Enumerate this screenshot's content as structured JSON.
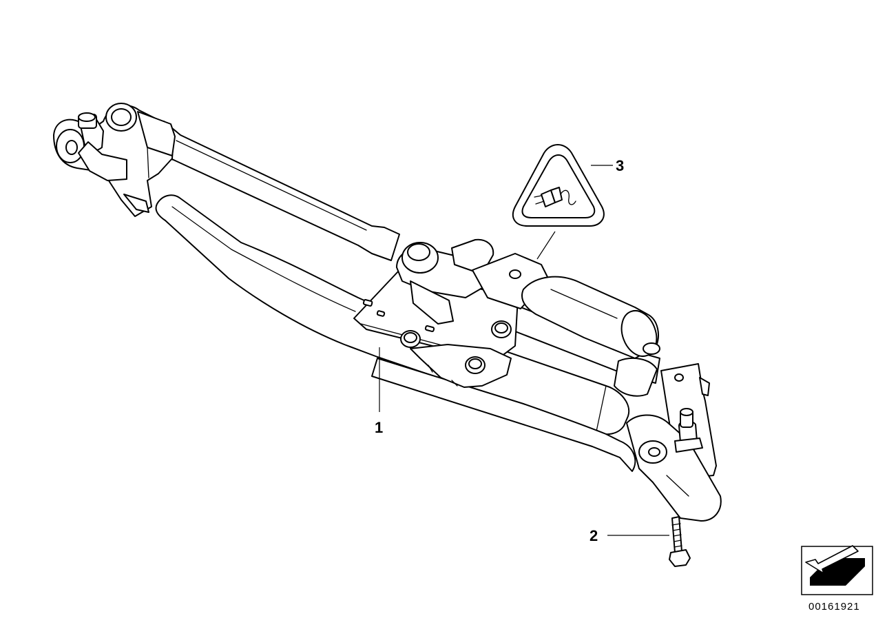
{
  "diagram": {
    "callouts": [
      {
        "id": "1",
        "label": "1"
      },
      {
        "id": "2",
        "label": "2"
      },
      {
        "id": "3",
        "label": "3"
      }
    ],
    "part_number": "00161921",
    "icons": {
      "warning": "electrical-connector-warning-icon",
      "nav": "navigation-arrow-icon"
    }
  }
}
